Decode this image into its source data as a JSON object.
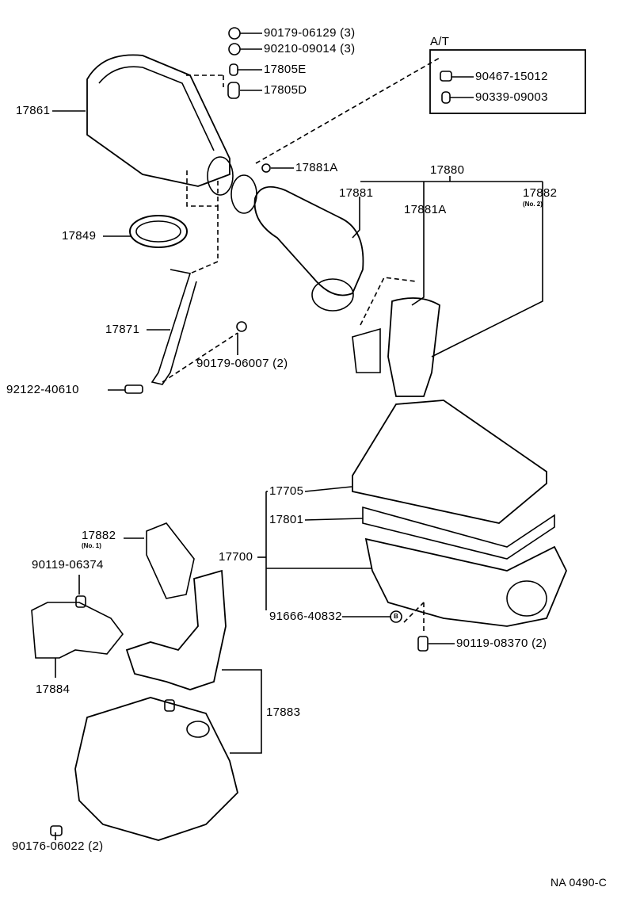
{
  "diagram": {
    "code": "NA 0490-C",
    "at_box": {
      "title": "A/T",
      "parts": [
        "90467-15012",
        "90339-09003"
      ]
    },
    "fasteners_top": [
      "90179-06129 (3)",
      "90210-09014 (3)",
      "17805E",
      "17805D"
    ],
    "labels": {
      "p17861": "17861",
      "p17881A_a": "17881A",
      "p17880": "17880",
      "p17881": "17881",
      "p17881A_b": "17881A",
      "p17882_no2": "17882",
      "p17882_no2_sub": "(No. 2)",
      "p17849": "17849",
      "p17871": "17871",
      "p90179_06007": "90179-06007 (2)",
      "p92122_40610": "92122-40610",
      "p17705": "17705",
      "p17801": "17801",
      "p17882_no1": "17882",
      "p17882_no1_sub": "(No. 1)",
      "p17700": "17700",
      "p90119_06374": "90119-06374",
      "p91666_40832": "91666-40832",
      "p90119_08370": "90119-08370 (2)",
      "p17884": "17884",
      "p17883": "17883",
      "p90176_06022": "90176-06022 (2)",
      "circle_b": "B"
    }
  }
}
